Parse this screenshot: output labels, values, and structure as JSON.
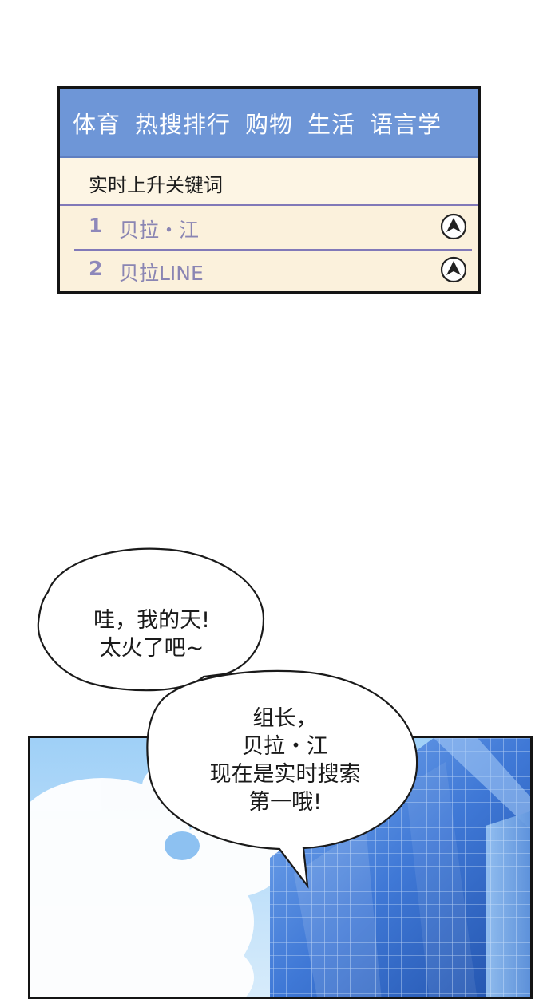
{
  "widget": {
    "tabs": [
      "体育",
      "热搜排行",
      "购物",
      "生活",
      "语言学"
    ],
    "subheading": "实时上升关键词",
    "rankings": [
      {
        "rank": "1",
        "keyword": "贝拉・江",
        "trend_icon": "up-arrow-circle-icon"
      },
      {
        "rank": "2",
        "keyword": "贝拉LINE",
        "trend_icon": "up-arrow-circle-icon"
      }
    ],
    "colors": {
      "tab_bar": "#6e96d7",
      "panel_bg": "#fbf1dc",
      "rank_text": "#8a85b3",
      "divider": "#8179b8"
    }
  },
  "dialogue": {
    "bubble_1": {
      "line_1": "哇，我的天!",
      "line_2": "太火了吧~"
    },
    "bubble_2": {
      "line_1": "组长，",
      "line_2": "贝拉・江",
      "line_3": "现在是实时搜索",
      "line_4": "第一哦!"
    }
  },
  "scene": {
    "description_icon": "glass-skyscraper",
    "sky_color": "#8ec4f2",
    "building_color": "#3f78d6"
  }
}
